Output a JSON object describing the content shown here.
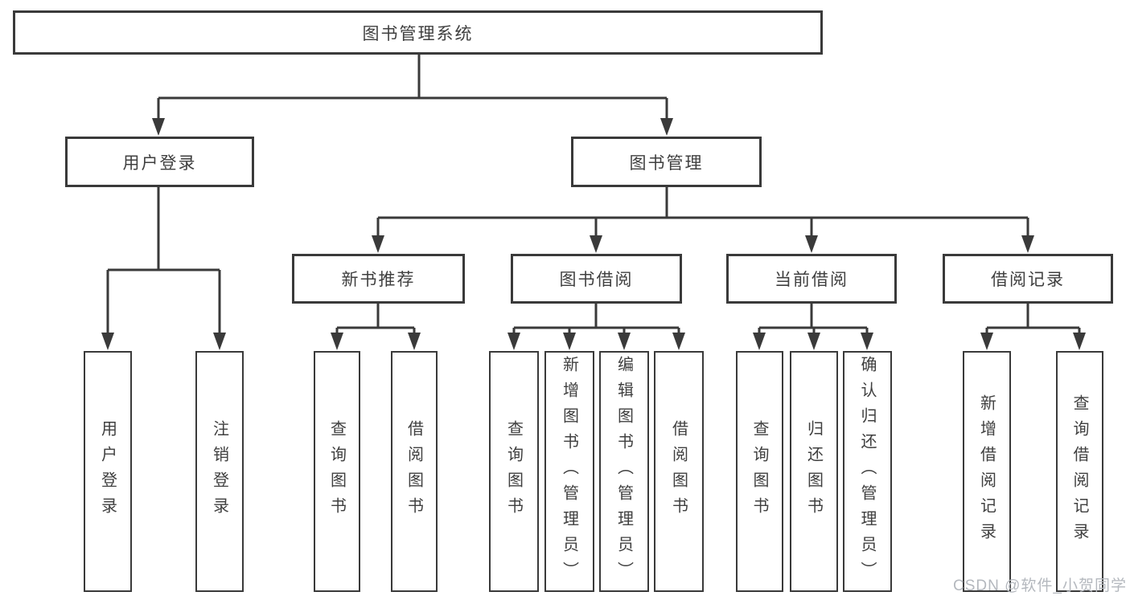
{
  "watermark": "CSDN @软件_小贺同学",
  "colors": {
    "line": "#3a3a3a",
    "node_border": "#3a3a3a",
    "node_text": "#3f3f3f",
    "background": "#ffffff",
    "watermark_text": "#b4b8be"
  },
  "diagram": {
    "type": "hierarchy-tree",
    "root": {
      "label": "图书管理系统",
      "children": [
        {
          "label": "用户登录",
          "children": [
            {
              "label": "用户登录"
            },
            {
              "label": "注销登录"
            }
          ]
        },
        {
          "label": "图书管理",
          "children": [
            {
              "label": "新书推荐",
              "children": [
                {
                  "label": "查询图书"
                },
                {
                  "label": "借阅图书"
                }
              ]
            },
            {
              "label": "图书借阅",
              "children": [
                {
                  "label": "查询图书"
                },
                {
                  "label": "新增图书（管理员）"
                },
                {
                  "label": "编辑图书（管理员）"
                },
                {
                  "label": "借阅图书"
                }
              ]
            },
            {
              "label": "当前借阅",
              "children": [
                {
                  "label": "查询图书"
                },
                {
                  "label": "归还图书"
                },
                {
                  "label": "确认归还（管理员）"
                }
              ]
            },
            {
              "label": "借阅记录",
              "children": [
                {
                  "label": "新增借阅记录"
                },
                {
                  "label": "查询借阅记录"
                }
              ]
            }
          ]
        }
      ]
    }
  }
}
